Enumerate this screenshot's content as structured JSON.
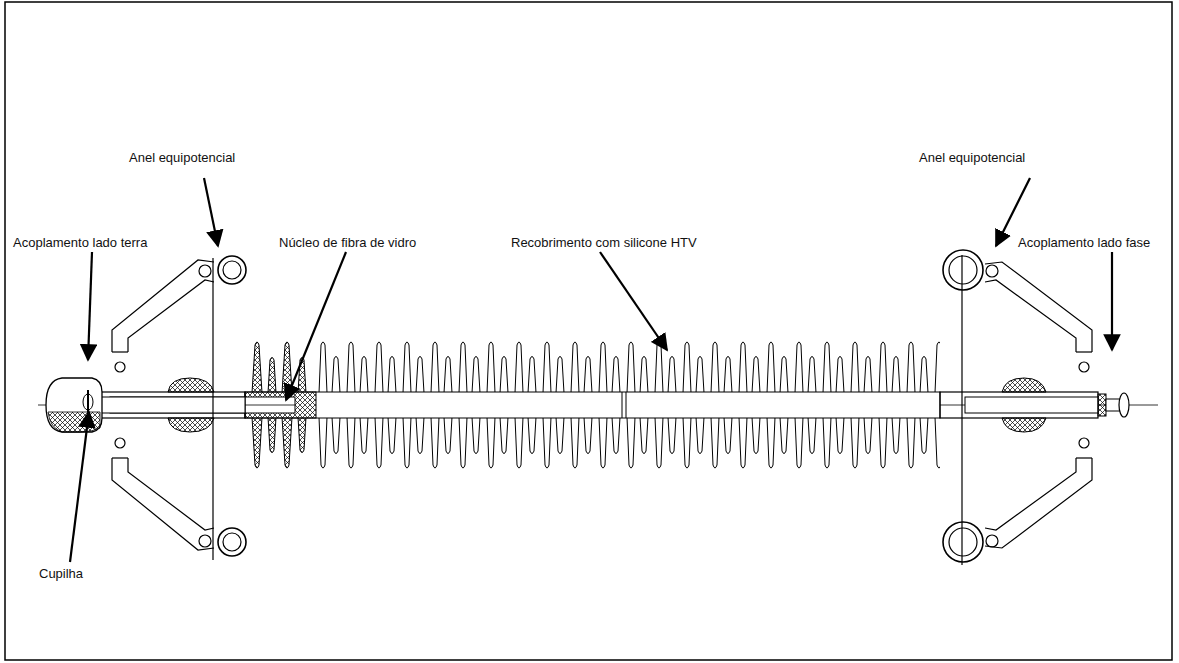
{
  "diagram": {
    "labels": [
      "Anel equipotencial",
      "Acoplamento lado terra",
      "Núcleo de fibra de vidro",
      "Recobrimento com silicone HTV",
      "Anel equipotencial",
      "Acoplamento lado fase",
      "Cupilha"
    ]
  }
}
